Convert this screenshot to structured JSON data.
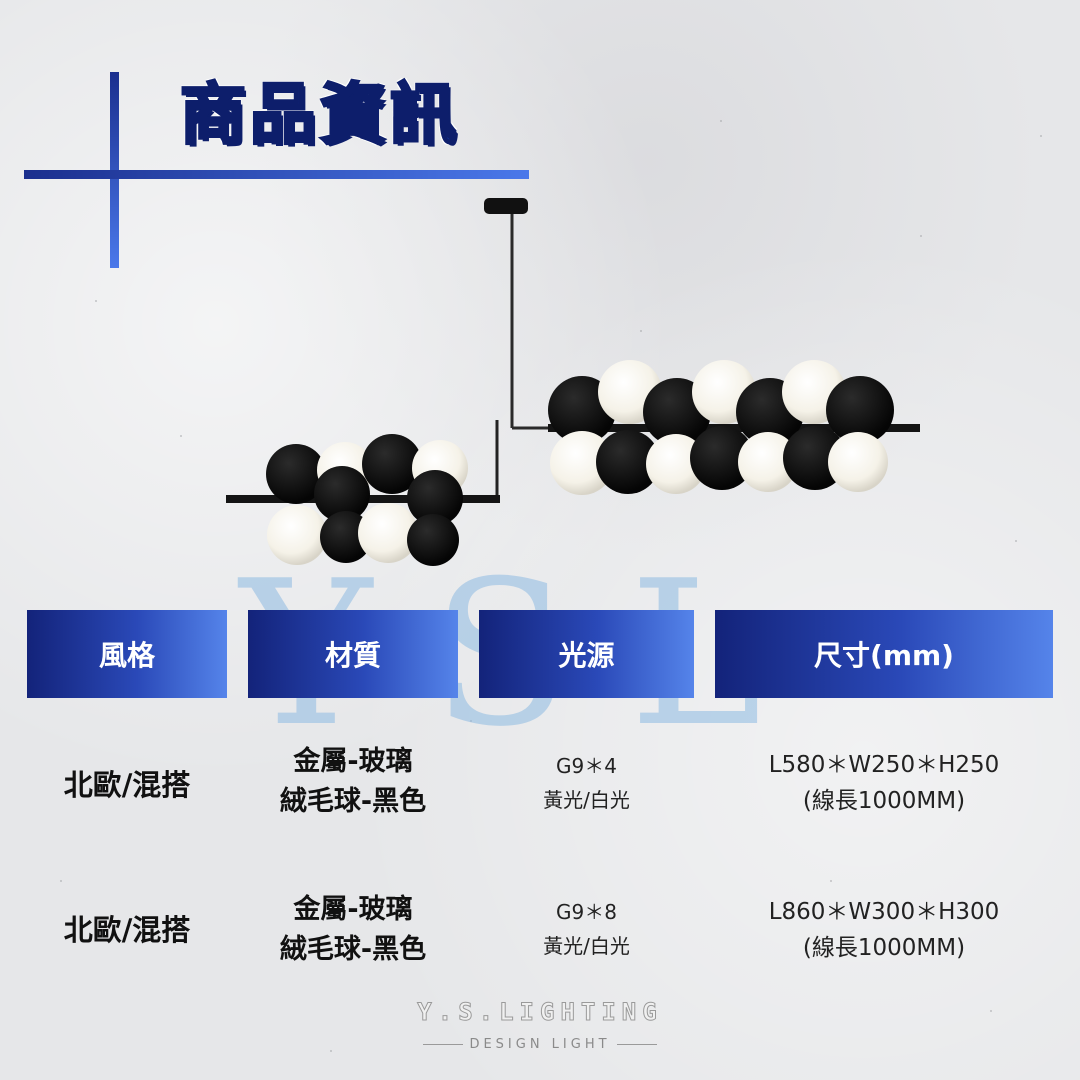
{
  "header": {
    "title": "商品資訊"
  },
  "watermark": {
    "letters": "YSL"
  },
  "table": {
    "columns": [
      "風格",
      "材質",
      "光源",
      "尺寸(mm)"
    ],
    "rows": [
      {
        "style": "北歐/混搭",
        "material_line1": "金屬-玻璃",
        "material_line2": "絨毛球-黑色",
        "light_line1": "G9＊4",
        "light_line2": "黃光/白光",
        "size_line1": "L580＊W250＊H250",
        "size_line2": "(線長1000MM)"
      },
      {
        "style": "北歐/混搭",
        "material_line1": "金屬-玻璃",
        "material_line2": "絨毛球-黑色",
        "light_line1": "G9＊8",
        "light_line2": "黃光/白光",
        "size_line1": "L860＊W300＊H300",
        "size_line2": "(線長1000MM)"
      }
    ]
  },
  "brand": {
    "name": "Y.S.LIGHTING",
    "tagline": "DESIGN LIGHT"
  },
  "colors": {
    "accent_dark": "#13237a",
    "accent_light": "#5584ea",
    "title_blue": "#1a4bd0"
  }
}
